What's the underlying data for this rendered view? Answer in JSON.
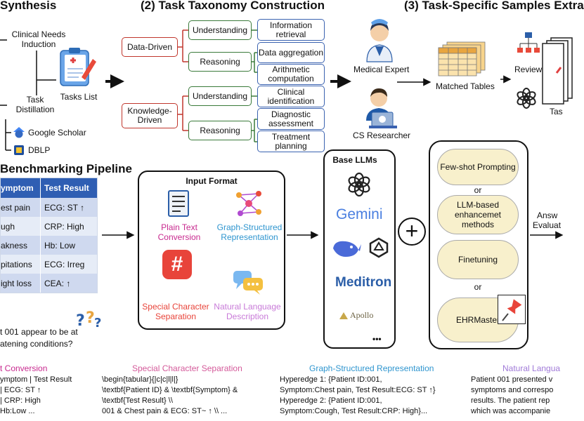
{
  "headers": {
    "synthesis": "Synthesis",
    "taxonomy": "(2) Task Taxonomy Construction",
    "samples": "(3) Task-Specific Samples Extra",
    "benchmarking": "Benchmarking Pipeline"
  },
  "synthesis": {
    "clinical_needs": "Clinical Needs Induction",
    "tasks_list": "Tasks List",
    "task_distillation": "Task Distillation",
    "google_scholar": "Google Scholar",
    "dblp": "DBLP"
  },
  "taxonomy": {
    "data_driven": "Data-Driven",
    "knowledge_driven": "Knowledge-Driven",
    "understanding_1": "Understanding",
    "reasoning_1": "Reasoning",
    "understanding_2": "Understanding",
    "reasoning_2": "Reasoning",
    "leaves": [
      "Information retrieval",
      "Data aggregation",
      "Arithmetic computation",
      "Clinical identification",
      "Diagnostic assessment",
      "Treatment planning"
    ]
  },
  "samples": {
    "medical_expert": "Medical Expert",
    "cs_researcher": "CS Researcher",
    "matched_tables": "Matched Tables",
    "review": "Review",
    "tas": "Tas"
  },
  "table": {
    "col_symptom": "ymptom",
    "col_result": "Test Result",
    "rows": [
      {
        "symptom": "est pain",
        "result": "ECG: ST ↑"
      },
      {
        "symptom": "ugh",
        "result": "CRP: High"
      },
      {
        "symptom": "akness",
        "result": "Hb: Low"
      },
      {
        "symptom": "pitations",
        "result": "ECG: Irreg"
      },
      {
        "symptom": "ight loss",
        "result": "CEA: ↑"
      }
    ],
    "question_line1": "t 001 appear to be at",
    "question_line2": "atening conditions?"
  },
  "input_format": {
    "title": "Input Format",
    "plain_text": "Plain Text Conversion",
    "graph": "Graph-Structured Representation",
    "special": "Special Character Separation",
    "natural": "Natural Language Description",
    "hash_symbol": "#"
  },
  "llms": {
    "title": "Base LLMs",
    "gemini": "Gemini",
    "meditron": "Meditron",
    "apollo": "Apollo",
    "more": "•••"
  },
  "plus_symbol": "+",
  "methods": {
    "few_shot": "Few-shot Prompting",
    "or1": "or",
    "llm_based": "LLM-based enhancemet methods",
    "or2": "or",
    "finetuning": "Finetuning",
    "or3": "or",
    "ehrmaster": "EHRMaster"
  },
  "answer": {
    "line1": "Answ",
    "line2": "Evaluat"
  },
  "bottom": {
    "text_conversion": {
      "title": "t Conversion",
      "lines": [
        "ymptom     | Test Result",
        "  | ECG: ST ↑",
        "  | CRP: High",
        "Hb:Low ..."
      ]
    },
    "special": {
      "title": "Special Character Separation",
      "lines": [
        "\\begin{tabular}{|c|c|l|l|}",
        "\\textbf{Patient ID} & \\textbf{Symptom} &",
        "\\textbf{Test Result} \\\\",
        "001 & Chest pain & ECG: ST~ ↑ \\\\ ..."
      ]
    },
    "graph": {
      "title": "Graph-Structured Representation",
      "lines": [
        "Hyperedge 1: {Patient ID:001,",
        "Symptom:Chest pain, Test Result:ECG: ST ↑}",
        "Hyperedge 2: {Patient ID:001,",
        "Symptom:Cough, Test Result:CRP: High}..."
      ]
    },
    "natural": {
      "title": "Natural Langua",
      "lines": [
        "Patient 001 presented v",
        "symptoms and correspo",
        "results. The patient rep",
        "which was accompanie"
      ]
    }
  },
  "colors": {
    "green_border": "#3a7a3a",
    "red_border": "#c0362c",
    "blue_border": "#3a62b0",
    "table_header": "#2f5eb3",
    "oval_fill": "#f8f0cc"
  }
}
